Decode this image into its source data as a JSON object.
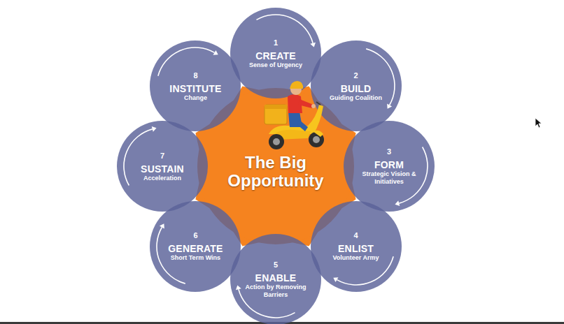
{
  "diagram": {
    "nodes": [
      {
        "text": [
          "The Big Opportunity"
        ]
      },
      {
        "text": [
          "1",
          "CREATE",
          "Sense of Urgency"
        ]
      },
      {
        "text": [
          "2",
          "BUILD",
          "Guiding Coalition"
        ]
      },
      {
        "text": [
          "3",
          "FORM",
          "Strategic Vision & Initiatives"
        ]
      },
      {
        "text": [
          "4",
          "ENLIST",
          "Volunteer Army"
        ]
      },
      {
        "text": [
          "5",
          "ENABLE",
          "Action by Removing Barriers"
        ]
      },
      {
        "text": [
          "6",
          "GENERATE",
          "Short Term Wins"
        ]
      },
      {
        "text": [
          "7",
          "SUSTAIN",
          "Acceleration"
        ]
      },
      {
        "text": [
          "8",
          "INSTITUTE",
          "Change"
        ]
      }
    ]
  }
}
